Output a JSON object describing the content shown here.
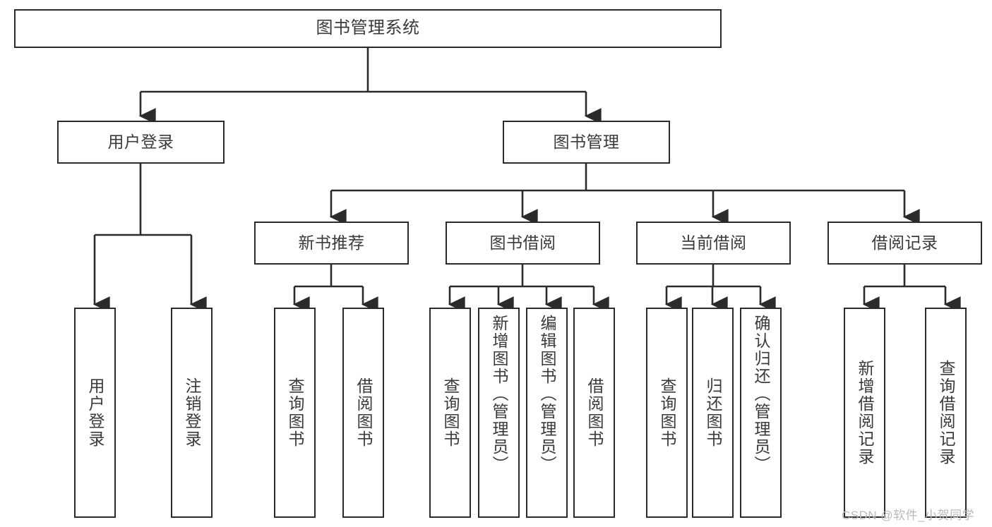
{
  "diagram": {
    "title": "图书管理系统",
    "watermark": "CSDN @软件_小贺同学",
    "line_color": "#2b2b2b",
    "text_color": "#3a3a3a",
    "background_color": "#ffffff",
    "levels": {
      "root": {
        "label": "图书管理系统"
      },
      "level2": [
        {
          "label": "用户登录"
        },
        {
          "label": "图书管理"
        }
      ],
      "level3": [
        {
          "label": "新书推荐"
        },
        {
          "label": "图书借阅"
        },
        {
          "label": "当前借阅"
        },
        {
          "label": "借阅记录"
        }
      ],
      "leaves": {
        "user_login": [
          {
            "label": "用户登录"
          },
          {
            "label": "注销登录"
          }
        ],
        "new_book_recommend": [
          {
            "label": "查询图书"
          },
          {
            "label": "借阅图书"
          }
        ],
        "book_borrow": [
          {
            "label": "查询图书"
          },
          {
            "label": "新增图书（管理员）"
          },
          {
            "label": "编辑图书（管理员）"
          },
          {
            "label": "借阅图书"
          }
        ],
        "current_borrow": [
          {
            "label": "查询图书"
          },
          {
            "label": "归还图书"
          },
          {
            "label": "确认归还（管理员）"
          }
        ],
        "borrow_record": [
          {
            "label": "新增借阅记录"
          },
          {
            "label": "查询借阅记录"
          }
        ]
      }
    }
  }
}
